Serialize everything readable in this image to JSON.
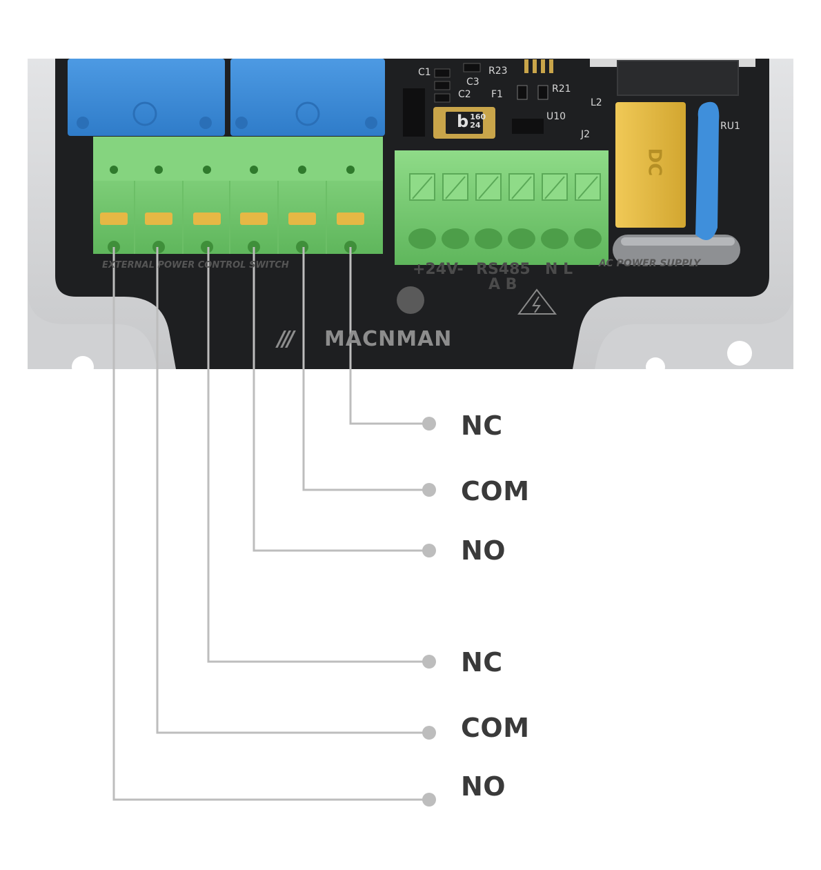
{
  "brand": {
    "name": "MACNMAN",
    "mark": "///"
  },
  "board_silkscreen": {
    "relay_block_label": "EXTERNAL POWER CONTROL SWITCH",
    "power_label": "+24V-",
    "rs485_label": "RS485",
    "rs485_pins": "A B",
    "ac_pins": "N L",
    "ac_label": "AC POWER SUPPLY",
    "capacitor_mark": "DC",
    "component_refs": [
      "C1",
      "C2",
      "C3",
      "R23",
      "R21",
      "F1",
      "U10",
      "J2",
      "L2",
      "RU1"
    ],
    "chip_code": "b",
    "chip_code_sup": "160",
    "chip_code_sub": "24"
  },
  "pin_labels": [
    "NC",
    "COM",
    "NO",
    "NC",
    "COM",
    "NO"
  ],
  "colors": {
    "leader_line": "#bdbdbd",
    "terminal_green": "#7fcf7a",
    "relay_blue": "#3f8fdb",
    "pcb_black": "#1e1f21",
    "enclosure_gray": "#d4d5d7",
    "capacitor_yellow": "#e3b93d"
  }
}
